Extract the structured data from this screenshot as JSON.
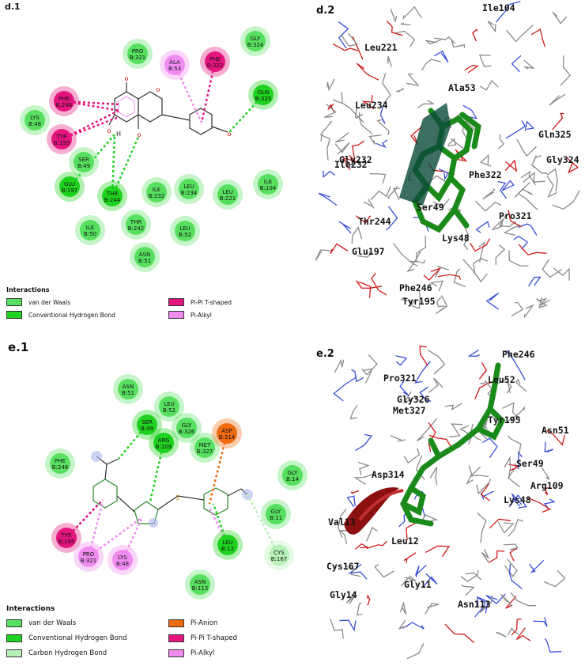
{
  "panels": {
    "d1": {
      "tag": "d.1",
      "residues": [
        {
          "id": "PRO\nB:321",
          "kind": "vdw"
        },
        {
          "id": "GLY\nB:324",
          "kind": "vdw"
        },
        {
          "id": "ALA\nB:53",
          "kind": "pialkyl"
        },
        {
          "id": "PHE\nB:322",
          "kind": "pipi"
        },
        {
          "id": "PHE\nB:246",
          "kind": "pipi"
        },
        {
          "id": "GLN\nB:325",
          "kind": "hbond"
        },
        {
          "id": "LYS\nB:48",
          "kind": "vdw"
        },
        {
          "id": "TYR\nB:195",
          "kind": "pipi"
        },
        {
          "id": "SER\nB:49",
          "kind": "vdw"
        },
        {
          "id": "GLU\nB:197",
          "kind": "hbond"
        },
        {
          "id": "THR\nB:244",
          "kind": "hbond"
        },
        {
          "id": "ILE\nB:232",
          "kind": "vdw"
        },
        {
          "id": "LEU\nB:234",
          "kind": "vdw"
        },
        {
          "id": "LEU\nB:221",
          "kind": "vdw"
        },
        {
          "id": "ILE\nB:104",
          "kind": "vdw"
        },
        {
          "id": "ILE\nB:50",
          "kind": "vdw"
        },
        {
          "id": "THR\nB:242",
          "kind": "vdw"
        },
        {
          "id": "LEU\nB:52",
          "kind": "vdw"
        },
        {
          "id": "ASN\nB:51",
          "kind": "vdw"
        }
      ],
      "legend_title": "Interactions",
      "legend": [
        {
          "label": "van der Waals",
          "color": "#57e05f"
        },
        {
          "label": "Conventional Hydrogen Bond",
          "color": "#1fd21f"
        },
        {
          "label": "Pi-Pi T-shaped",
          "color": "#e4157e"
        },
        {
          "label": "Pi-Alkyl",
          "color": "#f08cf0"
        }
      ]
    },
    "d2": {
      "tag": "d.2",
      "labels": [
        "Ile104",
        "Leu221",
        "Ala53",
        "Leu234",
        "Gln325",
        "Gly324",
        "Phe322",
        "Ile232",
        "Thr244",
        "Pro321",
        "Lys48",
        "Glu197",
        "Phe246",
        "Tyr195",
        "Ser49",
        "Gly232"
      ]
    },
    "e1": {
      "tag": "e.1",
      "residues": [
        {
          "id": "ASN\nB:51",
          "kind": "vdw"
        },
        {
          "id": "LEU\nB:52",
          "kind": "vdw"
        },
        {
          "id": "SER\nB:49",
          "kind": "hbond"
        },
        {
          "id": "GLY\nB:326",
          "kind": "vdw"
        },
        {
          "id": "MET\nB:327",
          "kind": "vdw"
        },
        {
          "id": "ASP\nB:314",
          "kind": "pianion"
        },
        {
          "id": "ARG\nB:109",
          "kind": "hbond"
        },
        {
          "id": "PHE\nB:246",
          "kind": "vdw"
        },
        {
          "id": "GLY\nB:14",
          "kind": "vdw"
        },
        {
          "id": "GLY\nB:11",
          "kind": "vdw"
        },
        {
          "id": "TYR\nB:195",
          "kind": "pipi"
        },
        {
          "id": "PRO\nB:321",
          "kind": "pialkyl"
        },
        {
          "id": "LYS\nB:48",
          "kind": "pialkyl"
        },
        {
          "id": "LEU\nB:12",
          "kind": "hbond"
        },
        {
          "id": "CYS\nB:167",
          "kind": "chbond"
        },
        {
          "id": "ASN\nB:113",
          "kind": "vdw"
        }
      ],
      "legend_title": "Interactions",
      "legend": [
        {
          "label": "van der Waals",
          "color": "#57e05f"
        },
        {
          "label": "Pi-Anion",
          "color": "#f06a10"
        },
        {
          "label": "Conventional Hydrogen Bond",
          "color": "#1fd21f"
        },
        {
          "label": "Pi-Pi T-shaped",
          "color": "#e4157e"
        },
        {
          "label": "Carbon Hydrogen Bond",
          "color": "#b6f0b6"
        },
        {
          "label": "Pi-Alkyl",
          "color": "#f08cf0"
        }
      ]
    },
    "e2": {
      "tag": "e.2",
      "labels": [
        "Pro321",
        "Phe246",
        "Leu52",
        "Gly326",
        "Met327",
        "Tyr195",
        "Asn51",
        "Asp314",
        "Ser49",
        "Arg109",
        "Lys48",
        "Val13",
        "Leu12",
        "Cys167",
        "Gly11",
        "Gly14",
        "Asn113"
      ]
    }
  },
  "colors": {
    "vdw": "#57e05f",
    "hbond": "#1fd21f",
    "chbond": "#b6f0b6",
    "pipi": "#e4157e",
    "pialkyl": "#f08cf0",
    "pianion": "#f06a10"
  }
}
